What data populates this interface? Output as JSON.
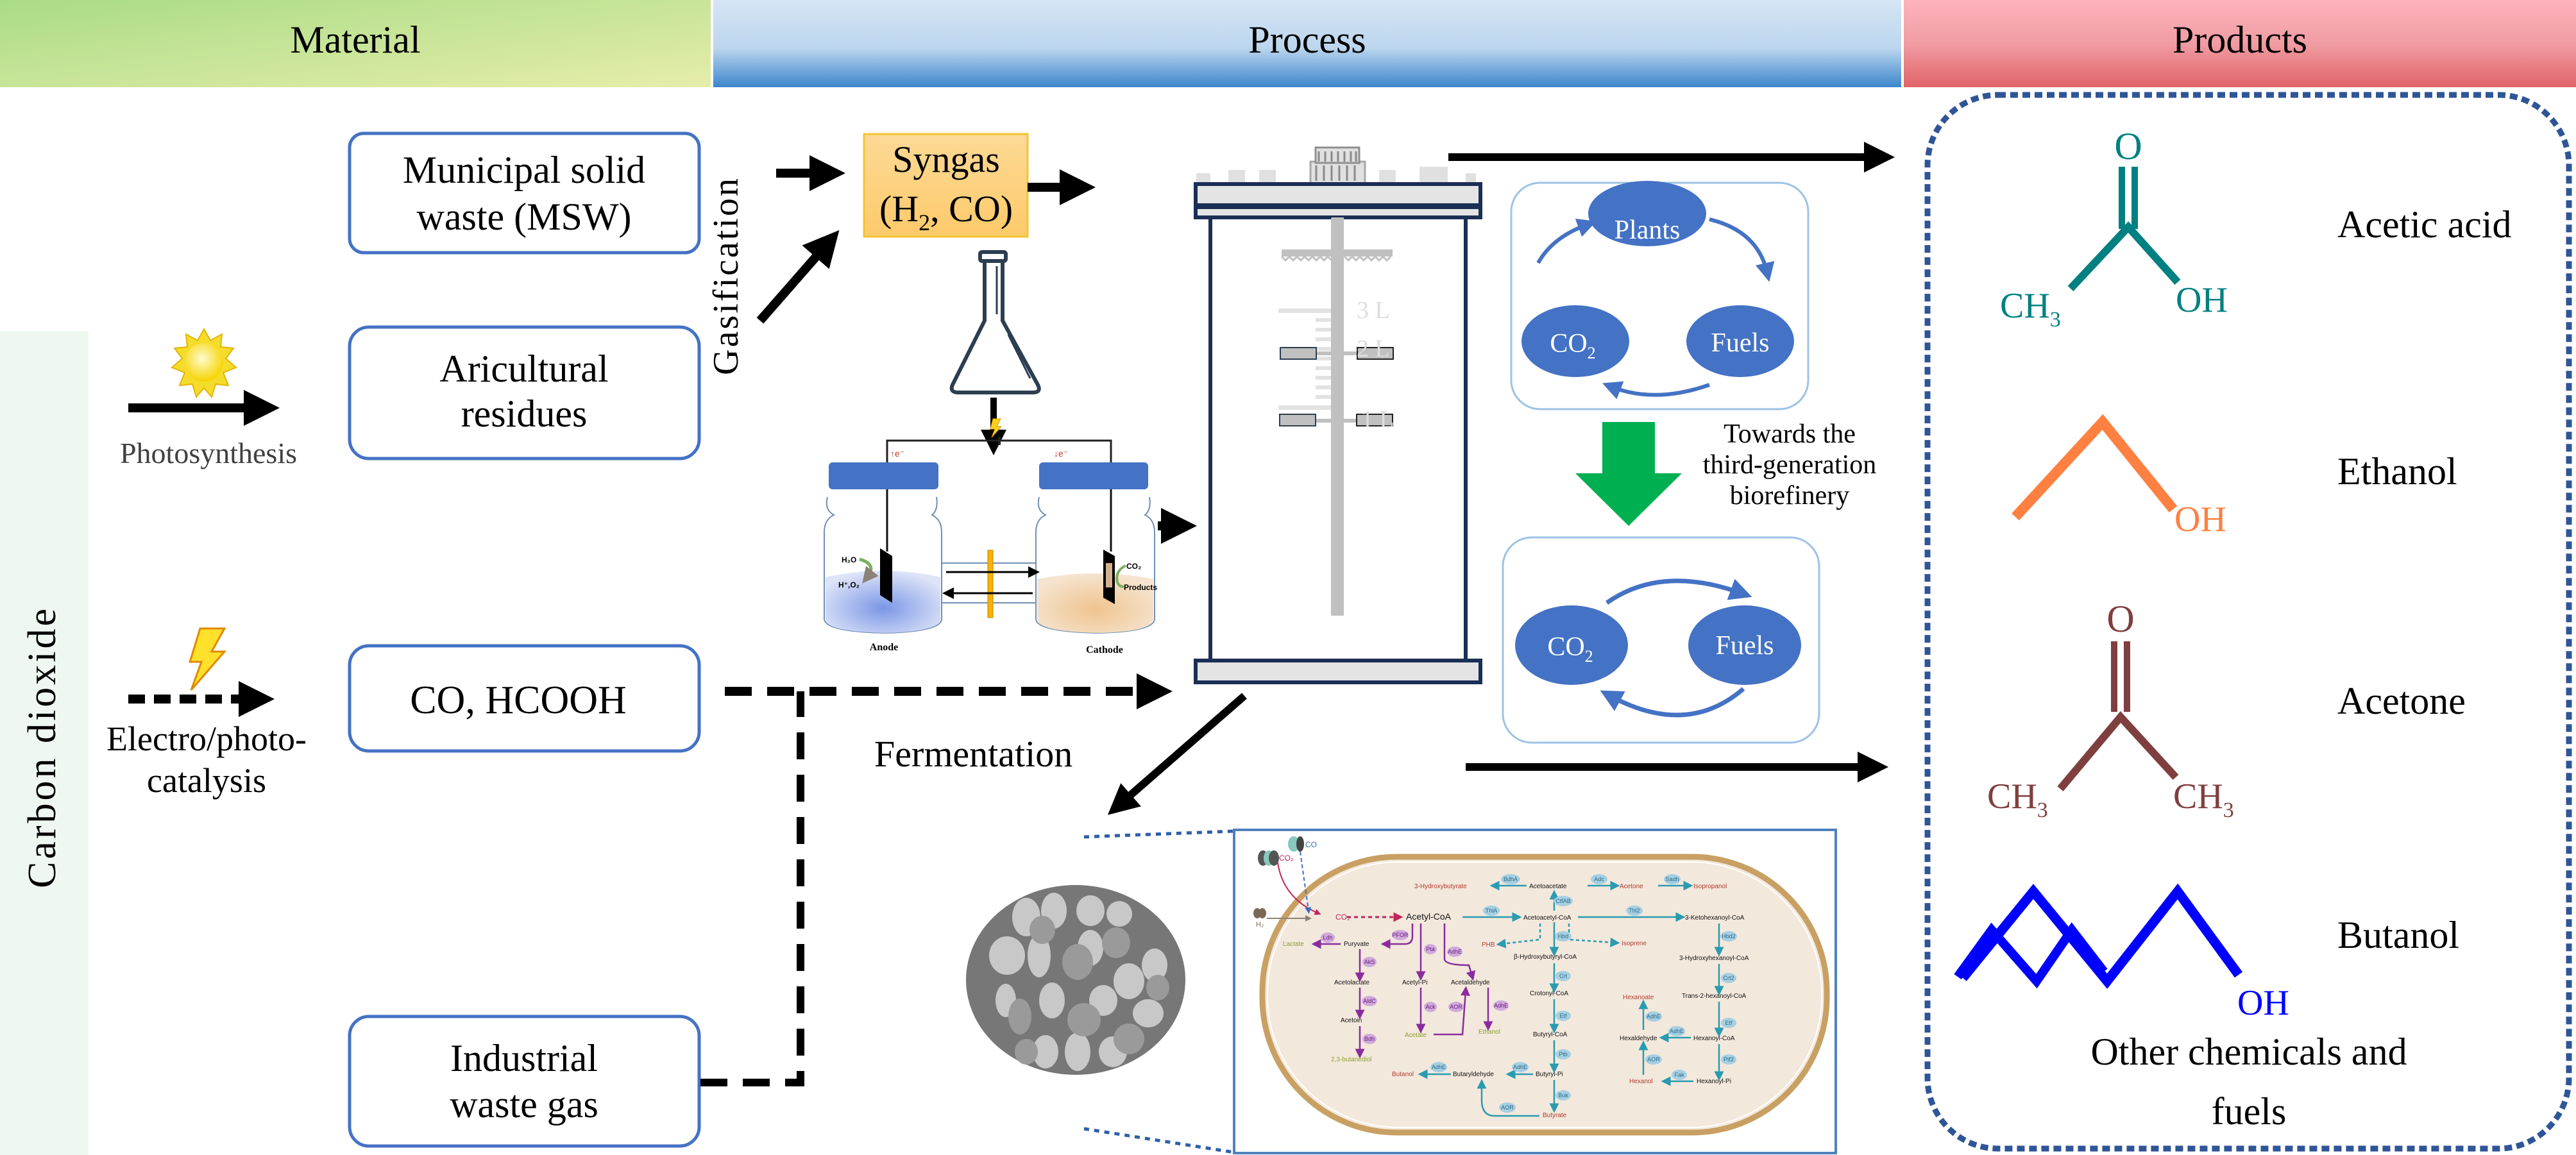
{
  "headers": {
    "material": "Material",
    "process": "Process",
    "products": "Products"
  },
  "colors": {
    "material_header": [
      "#a9dc86",
      "#e6edaa"
    ],
    "process_header": [
      "#cfe1f3",
      "#3c86cc"
    ],
    "products_header": [
      "#fcb3bd",
      "#e06468"
    ],
    "box_border": "#4472c4",
    "syngas_fill": "#fdd890",
    "cycle_blue": "#4472c4",
    "green_arrow": "#00b050",
    "acetic_acid": "#008080",
    "ethanol": "#ff8040",
    "acetone": "#7f3f3f",
    "butanol": "#0000ff",
    "products_border": "#2f5597",
    "cell_fill": "#f5e9dc",
    "cell_border": "#c9a063"
  },
  "side_label": "Carbon dioxide",
  "materials": {
    "msw": [
      "Municipal solid",
      "waste (MSW)"
    ],
    "agri": [
      "Aricultural",
      "residues"
    ],
    "co_hcooh": "CO, HCOOH",
    "industrial": [
      "Industrial",
      "waste gas"
    ]
  },
  "routes": {
    "photosynthesis": "Photosynthesis",
    "electro": [
      "Electro/photo-",
      "catalysis"
    ],
    "gasification": "Gasification",
    "fermentation": "Fermentation"
  },
  "syngas": {
    "line1": "Syngas",
    "line2_pre": "(H",
    "line2_sub": "2",
    "line2_post": ", CO)"
  },
  "electrochem": {
    "anode": "Anode",
    "cathode": "Cathode",
    "h2o": "H₂O",
    "hplus": "H⁺,O₂",
    "co2": "CO₂",
    "products": "Products",
    "electron_up": "↑e⁻",
    "electron_down": "↓e⁻"
  },
  "reactor": {
    "marks": [
      "3 L",
      "2 L",
      "1 L"
    ]
  },
  "cycles": {
    "top": {
      "plants": "Plants",
      "co2": "CO",
      "co2_sub": "2",
      "fuels": "Fuels"
    },
    "bottom": {
      "co2": "CO",
      "co2_sub": "2",
      "fuels": "Fuels"
    },
    "transition": [
      "Towards the",
      "third-generation",
      "biorefinery"
    ]
  },
  "products": {
    "acetic_acid": {
      "name": "Acetic acid",
      "labels": {
        "o": "O",
        "ch3": "CH",
        "sub": "3",
        "oh": "OH"
      }
    },
    "ethanol": {
      "name": "Ethanol",
      "labels": {
        "oh": "OH"
      }
    },
    "acetone": {
      "name": "Acetone",
      "labels": {
        "o": "O",
        "ch3": "CH",
        "sub": "3"
      }
    },
    "butanol": {
      "name": "Butanol",
      "labels": {
        "oh": "OH"
      }
    },
    "other": [
      "Other chemicals and",
      "fuels"
    ]
  },
  "pathway": {
    "gases": {
      "co2": "CO₂",
      "co": "CO",
      "h2": "H₂",
      "co2_inner": "CO₂"
    },
    "metabolites": {
      "acetyl_coa": "Acetyl-CoA",
      "acetoacetyl_coa": "Acetoacetyl-CoA",
      "ketohexanoyl": "3-Ketohexanoyl-CoA",
      "acetoacetate": "Acetoacetate",
      "hydroxybutyrate": "3-Hydroxybutyrate",
      "acetone": "Acetone",
      "isopropanol": "Isopropanol",
      "phb": "PHB",
      "isoprene": "Isoprene",
      "hydroxybutyryl": "β-Hydroxybutyryl-CoA",
      "crotonyl": "Crotonyl-CoA",
      "butyryl_coa": "Butyryl-CoA",
      "butyryl_pi": "Butyryl-Pi",
      "butyrate": "Butyrate",
      "butyraldehyde": "Butaryldehyde",
      "butanol": "Butanol",
      "pyruvate": "Puryvate",
      "lactate": "Lactate",
      "acetolactate": "Acetolactate",
      "acetoin": "Acetoin",
      "butanediol": "2,3-butanediol",
      "acetyl_pi": "Acetyl-Pi",
      "acetate": "Acetate",
      "acetaldehyde": "Acetaldehyde",
      "ethanol": "Ethanol",
      "hydroxyhexanoyl": "3-Hydroxyhexanoyl-CoA",
      "trans_hexanoyl": "Trans-2-hexanoyl-CoA",
      "hexanoyl_coa": "Hexanoyl-CoA",
      "hexanoyl_pi": "Hexanoyl-Pi",
      "hexaldehyde": "Hexaldehyde",
      "hexanoate": "Hexanoate",
      "hexanol": "Hexanol"
    },
    "enzymes": {
      "bdha": "BdhA",
      "adc": "Adc",
      "sadh": "Sadh",
      "ctfab": "CtfAB",
      "thla": "ThlA",
      "thl2": "Thl2",
      "hbd": "Hbd",
      "hbd2": "Hbd2",
      "crt": "Crt",
      "crt2": "Crt2",
      "etf": "Etf",
      "etf2": "Etf",
      "ptb": "Ptb",
      "buk": "Buk",
      "aor_but": "AOR",
      "adhe_but1": "AdhE",
      "adhe_but2": "AdhE",
      "pfor": "PFOR",
      "ldh": "Ldh",
      "aks": "AkS",
      "aldc": "AldC",
      "bdh": "Bdh",
      "pta": "Pta",
      "ack": "Ack",
      "adhe1": "AdhE",
      "aor": "AOR",
      "adhe2": "AdhE",
      "adhe_hex": "AdhE",
      "adhe_hex2": "AdhE",
      "aor_hex": "AOR",
      "ptf2": "Ptf2",
      "fak": "Fak"
    }
  }
}
